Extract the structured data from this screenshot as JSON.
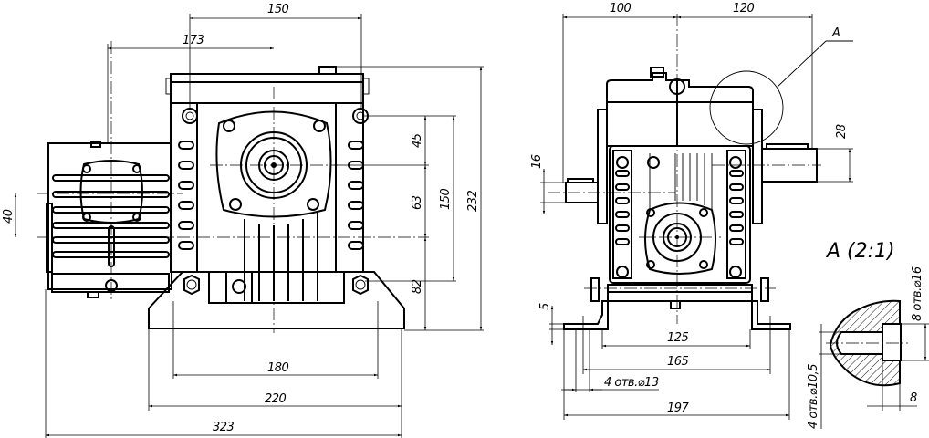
{
  "drawing": {
    "type": "Worm gear reducer assembly drawing",
    "colors": {
      "line": "#000000",
      "background": "#ffffff"
    }
  },
  "front_view": {
    "dimensions": {
      "top_span": "150",
      "motor_offset": "173",
      "v_upper": "45",
      "v_middle": "63",
      "v_lower": "82",
      "v_shaft_span": "150",
      "v_total_height": "232",
      "motor_shaft_offset": "40",
      "base_holes": "180",
      "base_width": "220",
      "overall_width": "323"
    }
  },
  "side_view": {
    "dimensions": {
      "left_to_center": "100",
      "center_to_right": "120",
      "input_shaft": "16",
      "output_shaft": "28",
      "base_thickness": "5",
      "inner_width": "125",
      "holes_span": "165",
      "holes_note": "4 отв.⌀13",
      "overall_width": "197"
    },
    "callout": "A"
  },
  "detail_view": {
    "title": "A (2:1)",
    "dimensions": {
      "counterbore_note": "8 отв.⌀16",
      "hole_note": "4 отв.⌀10,5",
      "depth": "8"
    }
  }
}
